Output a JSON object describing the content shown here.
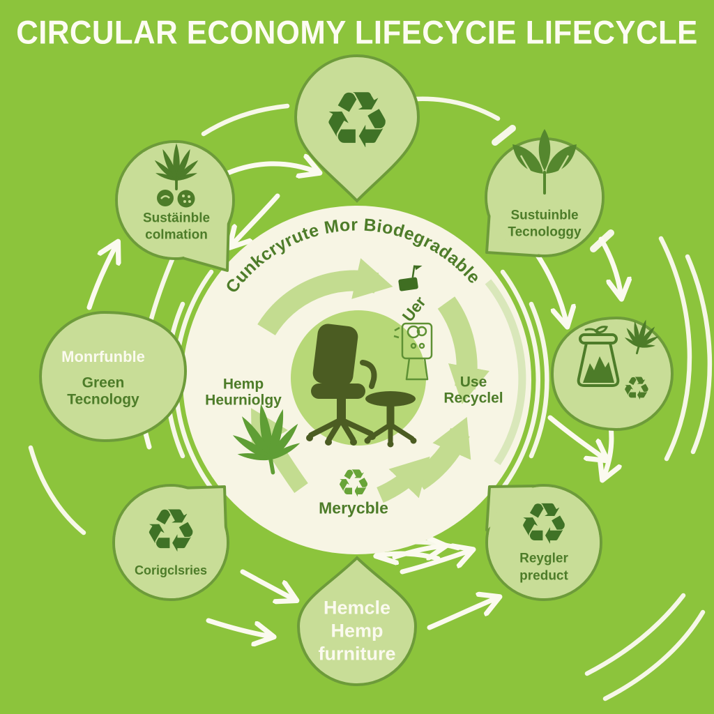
{
  "title": "CIRCULAR ECONOMY LIFECYCIE LIFECYCLE",
  "colors": {
    "background": "#8cc43c",
    "node_fill": "#c8dd97",
    "node_border": "#6d9b3a",
    "dark_green": "#4d7c29",
    "cream": "#f7f5e4",
    "inner_circle": "#b7d877",
    "pale_arrow": "#c3dc90",
    "white": "#fbfaef",
    "chair_silhouette": "#4b5c22"
  },
  "icons": {
    "recycle_glyph": "♻",
    "names": [
      "recycle-icon",
      "hemp-leaf-icon",
      "seedling-icon",
      "coin-icons",
      "flask-icon",
      "office-chair-icon",
      "stool-icon",
      "kiosk-device-icon",
      "flag-box-icon"
    ]
  },
  "nodes": {
    "top_left": {
      "lines": [
        "Sustäinble",
        "colmation"
      ]
    },
    "top_right": {
      "lines": [
        "Sustuinble",
        "Tecnologgy"
      ]
    },
    "left": {
      "white_line": "Monrfunble",
      "lines": [
        "Green",
        "Tecnology"
      ]
    },
    "bottom_left": {
      "lines": [
        "Corigclsries"
      ]
    },
    "bottom_right": {
      "lines": [
        "Reygler",
        "preduct"
      ]
    },
    "bottom": {
      "lines": [
        "Hemcle",
        "Hemp",
        "furniture"
      ]
    }
  },
  "center": {
    "arc_text": "Cunkcryrute Mor Biodegradable",
    "left_label": [
      "Hemp",
      "Heurniolgy"
    ],
    "right_label": [
      "Use",
      "Recyclel"
    ],
    "bottom_label": "Merycble",
    "rotated_label": "Uer"
  }
}
